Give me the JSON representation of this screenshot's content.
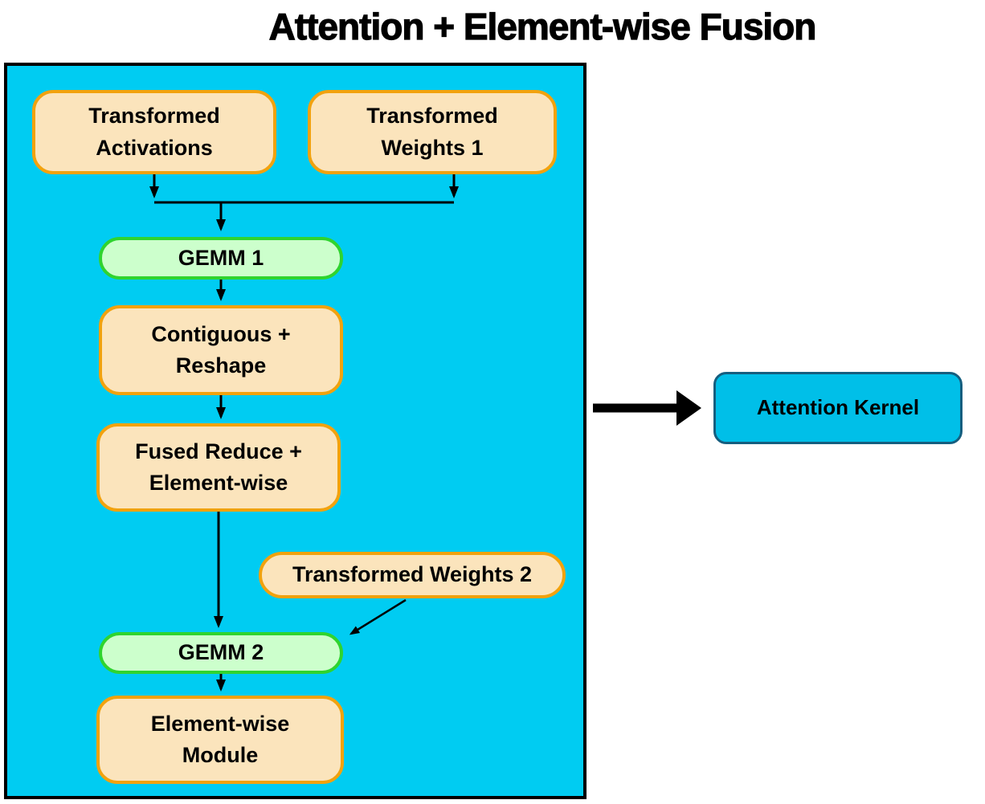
{
  "title": "Attention + Element-wise Fusion",
  "colors": {
    "panel_bg": "#00CCF2",
    "panel_border": "#000000",
    "warm_fill": "#FBE4BC",
    "warm_border": "#F2A20E",
    "green_fill": "#CCFFCC",
    "green_border": "#2FD42F",
    "kernel_fill": "#00BFE8",
    "kernel_border": "#155E7F",
    "arrow_color": "#000000"
  },
  "nodes": {
    "transformed_activations": "Transformed Activations",
    "transformed_weights_1": "Transformed Weights 1",
    "gemm_1": "GEMM 1",
    "contiguous_reshape": "Contiguous + Reshape",
    "fused_reduce_elementwise": "Fused Reduce + Element-wise",
    "transformed_weights_2": "Transformed Weights 2",
    "gemm_2": "GEMM 2",
    "elementwise_module": "Element-wise Module",
    "attention_kernel": "Attention Kernel"
  }
}
